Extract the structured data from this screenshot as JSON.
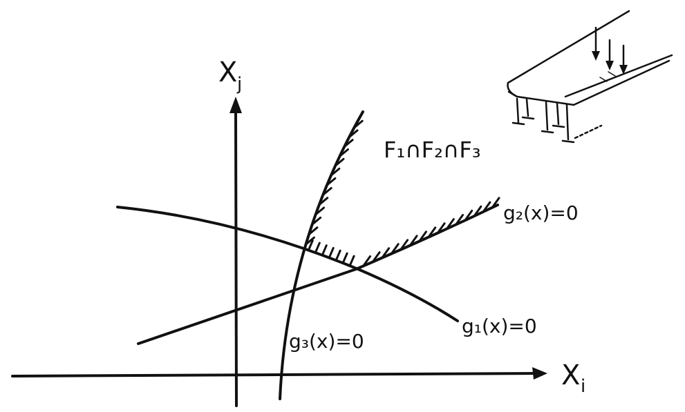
{
  "labels": {
    "x_axis": "X",
    "x_axis_sub": "i",
    "y_axis": "X",
    "y_axis_sub": "j",
    "g1": "g₁(x)=0",
    "g2": "g₂(x)=0",
    "g3": "g₃(x)=0",
    "feasible_set": "F₁∩F₂∩F₃"
  },
  "colors": {
    "ink": "#111111",
    "background": "#ffffff"
  },
  "icons": {
    "beam": "bridge-deck-girder-icon"
  }
}
